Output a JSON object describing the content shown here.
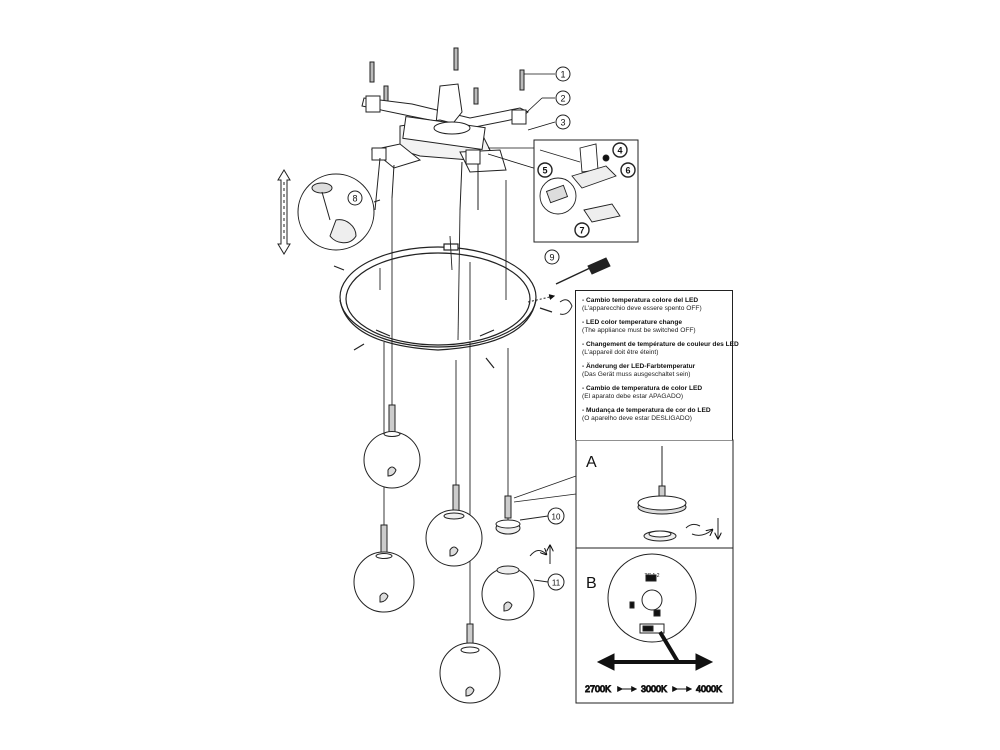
{
  "callouts": [
    "1",
    "2",
    "3",
    "4",
    "5",
    "6",
    "7",
    "8",
    "9",
    "10",
    "11"
  ],
  "instructions": [
    {
      "title": "- Cambio temperatura colore del LED",
      "note": "(L'apparecchio deve essere spento OFF)"
    },
    {
      "title": "- LED color temperature change",
      "note": "(The appliance must be switched OFF)"
    },
    {
      "title": "- Changement de température de couleur des LED",
      "note": "(L'appareil doit être éteint)"
    },
    {
      "title": "- Änderung der LED-Farbtemperatur",
      "note": "(Das Gerät muss ausgeschaltet sein)"
    },
    {
      "title": "- Cambio de temperatura de color LED",
      "note": "(El aparato debe estar APAGADO)"
    },
    {
      "title": "- Mudança de temperatura de cor do LED",
      "note": "(O aparelho deve estar DESLIGADO)"
    }
  ],
  "panel_a": {
    "letter": "A"
  },
  "panel_b": {
    "letter": "B",
    "board_label": "TC 1 2",
    "temps": {
      "t1": "2700K",
      "t2": "3000K",
      "t3": "4000K"
    }
  }
}
